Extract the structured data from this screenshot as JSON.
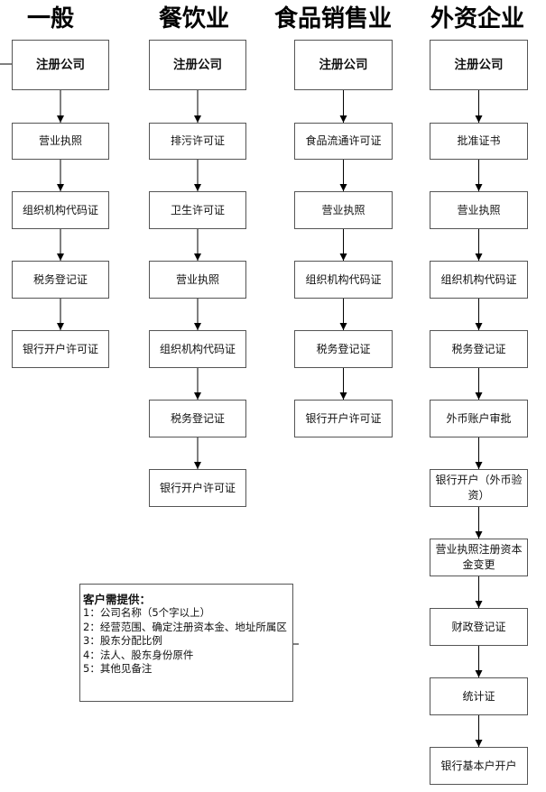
{
  "headings": {
    "col1": "一般",
    "col2": "餐饮业",
    "col3": "食品销售业",
    "col4": "外资企业"
  },
  "columns": {
    "col1": {
      "steps": [
        "注册公司",
        "营业执照",
        "组织机构代码证",
        "税务登记证",
        "银行开户许可证"
      ]
    },
    "col2": {
      "steps": [
        "注册公司",
        "排污许可证",
        "卫生许可证",
        "营业执照",
        "组织机构代码证",
        "税务登记证",
        "银行开户许可证"
      ]
    },
    "col3": {
      "steps": [
        "注册公司",
        "食品流通许可证",
        "营业执照",
        "组织机构代码证",
        "税务登记证",
        "银行开户许可证"
      ]
    },
    "col4": {
      "steps": [
        "注册公司",
        "批准证书",
        "营业执照",
        "组织机构代码证",
        "税务登记证",
        "外币账户审批",
        "银行开户（外币验资）",
        "营业执照注册资本金变更",
        "财政登记证",
        "统计证",
        "银行基本户开户"
      ]
    }
  },
  "note": {
    "title": "客户需提供：",
    "items": [
      "1：公司名称（5个字以上）",
      "2：经营范围、确定注册资本金、地址所属区",
      "3：股东分配比例",
      "4：法人、股东身份原件",
      "5：其他见备注"
    ]
  }
}
